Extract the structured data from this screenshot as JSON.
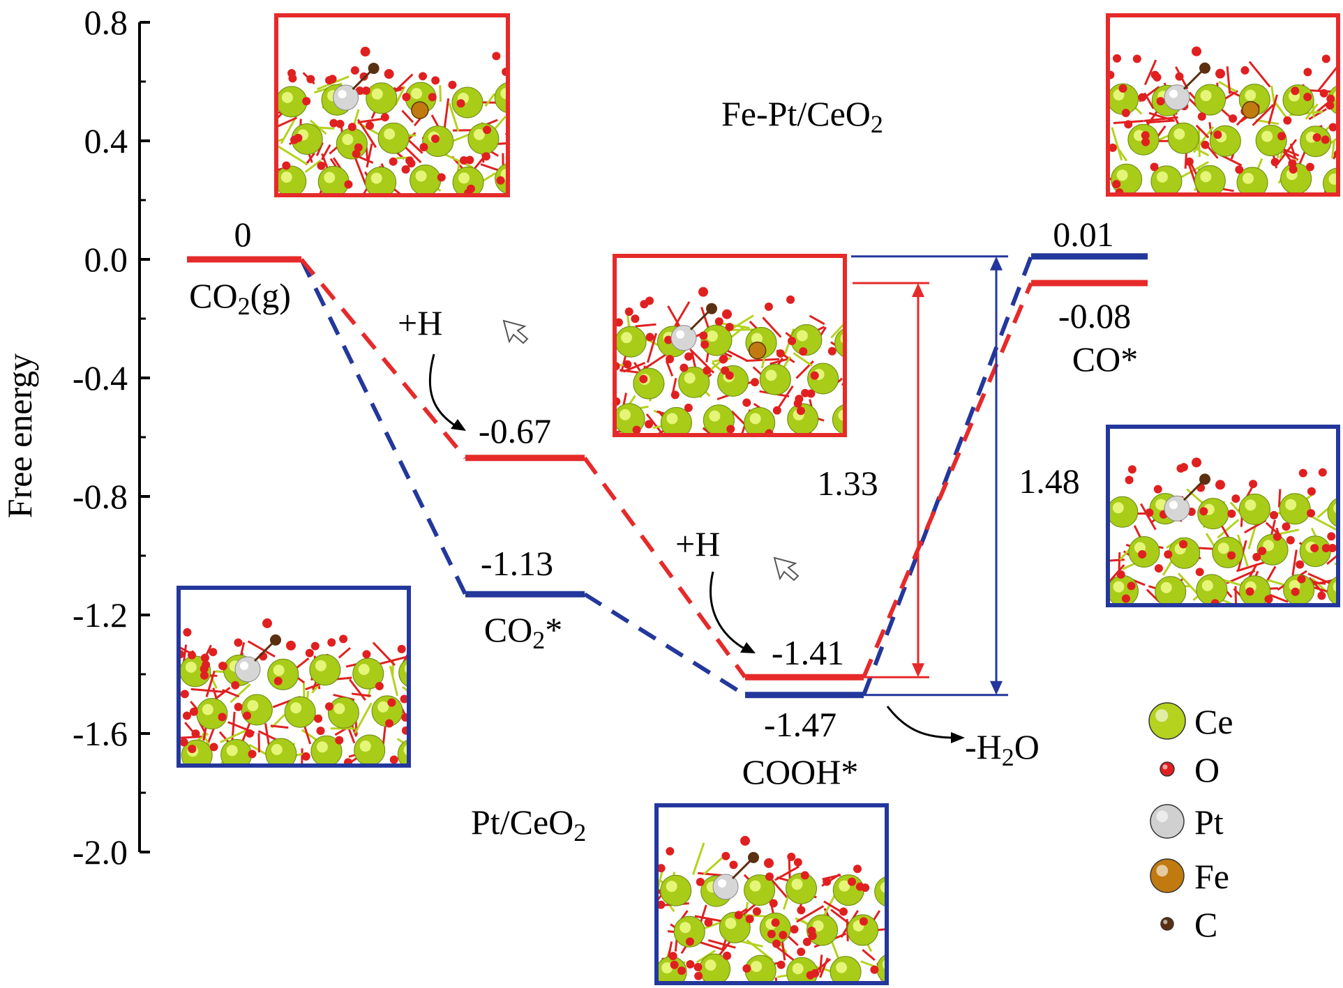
{
  "chart_data": {
    "type": "line",
    "ylabel": "Free energy",
    "ylim": [
      -2.0,
      0.8
    ],
    "y_ticks": [
      "0.8",
      "0.4",
      "0.0",
      "-0.4",
      "-0.8",
      "-1.2",
      "-1.6",
      "-2.0"
    ],
    "tick_values": [
      0.8,
      0.4,
      0.0,
      -0.4,
      -0.8,
      -1.2,
      -1.6,
      -2.0
    ],
    "colors": {
      "Fe-Pt/CeO2": "#e62a2a",
      "Pt/CeO2": "#23379c"
    },
    "states": [
      {
        "parts": [
          {
            "t": "CO"
          },
          {
            "t": "2",
            "sub": true
          },
          {
            "t": "(g)"
          }
        ]
      },
      {
        "parts": [
          {
            "t": "CO"
          },
          {
            "t": "2",
            "sub": true
          },
          {
            "t": "*"
          }
        ]
      },
      {
        "parts": [
          {
            "t": "COOH*"
          }
        ]
      },
      {
        "parts": [
          {
            "t": "CO*"
          }
        ]
      }
    ],
    "series": [
      {
        "key": "Fe-Pt/CeO2",
        "color": "#e62a2a",
        "values": [
          0,
          -0.67,
          -1.41,
          -0.08
        ],
        "labels": [
          "0",
          "-0.67",
          "-1.41",
          "-0.08"
        ]
      },
      {
        "key": "Pt/CeO2",
        "color": "#23379c",
        "values": [
          0,
          -1.13,
          -1.47,
          0.01
        ],
        "labels": [
          "",
          "-1.13",
          "-1.47",
          "0.01"
        ]
      }
    ],
    "series_labels": {
      "fept": [
        {
          "t": "Fe-Pt/CeO"
        },
        {
          "t": "2",
          "sub": true
        }
      ],
      "pt": [
        {
          "t": "Pt/CeO"
        },
        {
          "t": "2",
          "sub": true
        }
      ]
    },
    "step_labels": {
      "add_h": "+H",
      "h2o": [
        {
          "t": "-H"
        },
        {
          "t": "2",
          "sub": true
        },
        {
          "t": "O"
        }
      ]
    },
    "barriers": [
      {
        "label": "1.33",
        "from": -1.41,
        "to": -0.08,
        "color": "#e62a2a"
      },
      {
        "label": "1.48",
        "from": -1.47,
        "to": 0.01,
        "color": "#23379c"
      }
    ],
    "legend": {
      "position": "bottom-right",
      "items": [
        {
          "label": "Ce",
          "color": "#b4d21e"
        },
        {
          "label": "O",
          "color": "#e02020"
        },
        {
          "label": "Pt",
          "color": "#d0d0d0"
        },
        {
          "label": "Fe",
          "color": "#c07a10"
        },
        {
          "label": "C",
          "color": "#5a3010"
        }
      ]
    },
    "structure_frames": [
      {
        "color": "#e62a2a"
      },
      {
        "color": "#23379c"
      },
      {
        "color": "#e62a2a"
      },
      {
        "color": "#23379c"
      },
      {
        "color": "#e62a2a"
      },
      {
        "color": "#23379c"
      }
    ]
  }
}
